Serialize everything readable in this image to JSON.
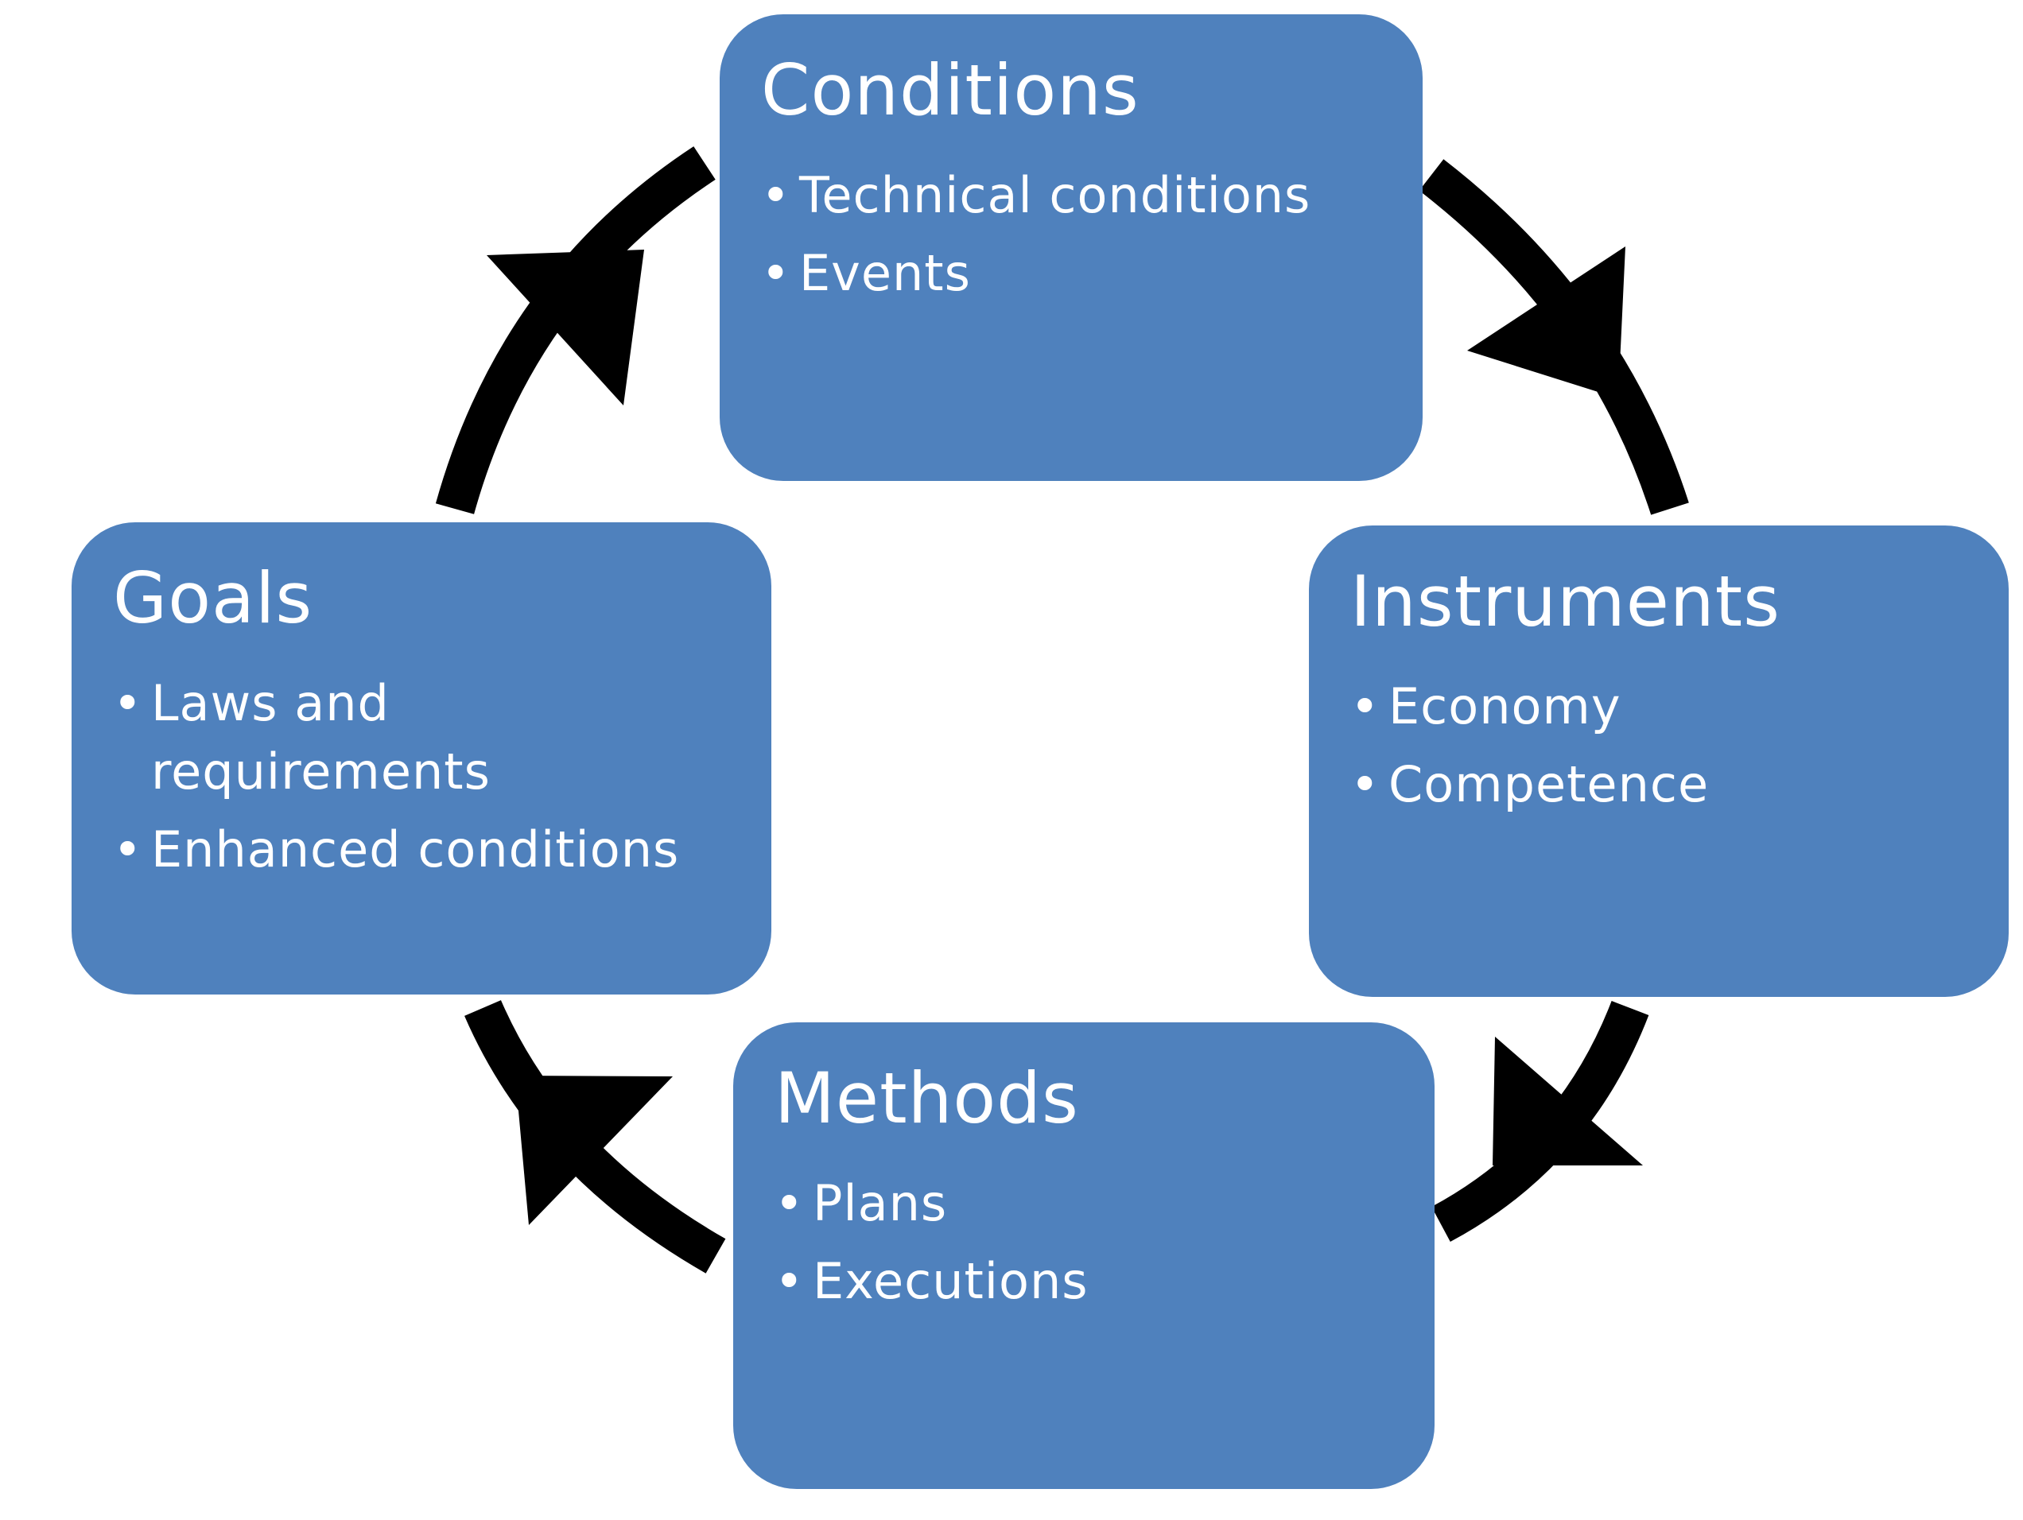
{
  "diagram": {
    "colors": {
      "box_fill": "#4f81bd",
      "box_text": "#ffffff",
      "arrow": "#000000"
    },
    "boxes": {
      "conditions": {
        "title": "Conditions",
        "items": [
          "Technical conditions",
          "Events"
        ]
      },
      "goals": {
        "title": "Goals",
        "items": [
          "Laws and requirements",
          "Enhanced conditions"
        ]
      },
      "instruments": {
        "title": "Instruments",
        "items": [
          "Economy",
          "Competence"
        ]
      },
      "methods": {
        "title": "Methods",
        "items": [
          "Plans",
          "Executions"
        ]
      }
    },
    "flow": {
      "direction": "clockwise",
      "sequence": [
        "conditions",
        "instruments",
        "methods",
        "goals"
      ]
    },
    "bullet_glyph": "•"
  }
}
